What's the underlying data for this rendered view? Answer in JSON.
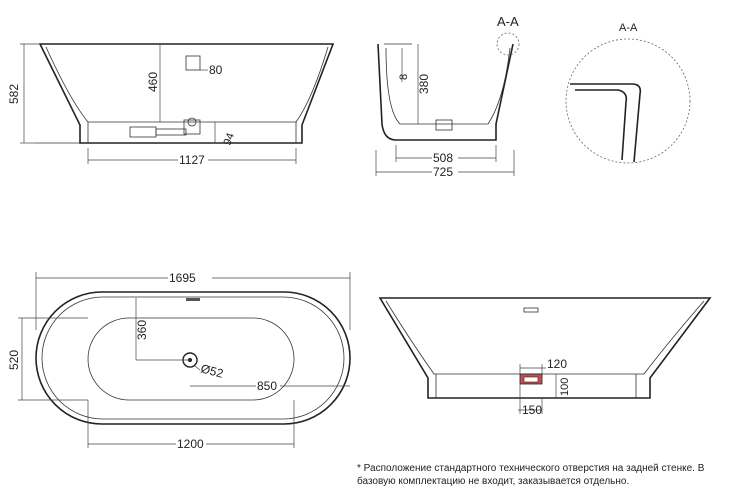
{
  "front_view": {
    "height_total": "582",
    "height_inner": "460",
    "overflow_size": "80",
    "drain_depth": "94",
    "base_length": "1127"
  },
  "side_section": {
    "section_label": "A-A",
    "wall_gap": "8",
    "depth": "380",
    "base_width": "508",
    "total_width": "725"
  },
  "detail_view": {
    "label": "A-A"
  },
  "top_view": {
    "total_length": "1695",
    "total_width": "520",
    "drain_offset": "360",
    "drain_diameter": "Ø52",
    "drain_to_end": "850",
    "inner_length": "1200"
  },
  "back_view": {
    "hole_width": "120",
    "hole_offset": "150",
    "hole_height": "100"
  },
  "footnote": {
    "line1": "* Расположение стандартного технического отверстия на задней стенке. В",
    "line2": "базовую комплектацию не входит, заказывается отдельно."
  }
}
